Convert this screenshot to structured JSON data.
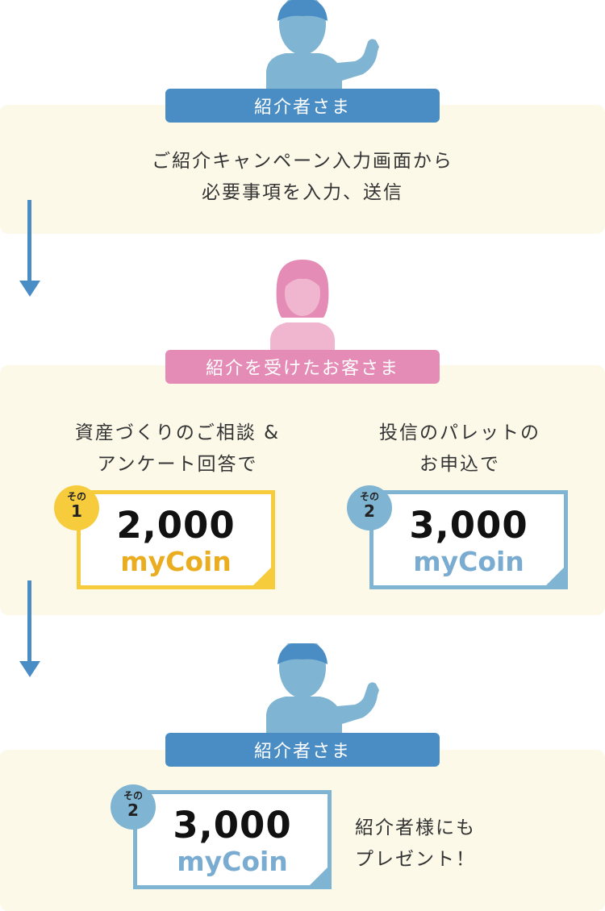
{
  "colors": {
    "accent_blue": "#4a8dc4",
    "accent_pink": "#e48cb6",
    "panel_bg": "#fcf9e9",
    "coin_yellow": "#f7cc3c",
    "coin_blue": "#7fb4d2"
  },
  "step1": {
    "icon": "referrer-person-icon",
    "label": "紹介者さま",
    "text_line1": "ご紹介キャンペーン入力画面から",
    "text_line2": "必要事項を入力、送信"
  },
  "step2": {
    "icon": "customer-person-icon",
    "label": "紹介を受けたお客さま",
    "offers": [
      {
        "line1": "資産づくりのご相談 &",
        "line2": "アンケート回答で",
        "badge_prefix": "その",
        "badge_number": "1",
        "amount": "2,000",
        "unit": "myCoin"
      },
      {
        "line1": "投信のパレットの",
        "line2": "お申込で",
        "badge_prefix": "その",
        "badge_number": "2",
        "amount": "3,000",
        "unit": "myCoin"
      }
    ]
  },
  "step3": {
    "icon": "referrer-person-icon",
    "label": "紹介者さま",
    "badge_prefix": "その",
    "badge_number": "2",
    "amount": "3,000",
    "unit": "myCoin",
    "text_line1": "紹介者様にも",
    "text_line2": "プレゼント！"
  }
}
